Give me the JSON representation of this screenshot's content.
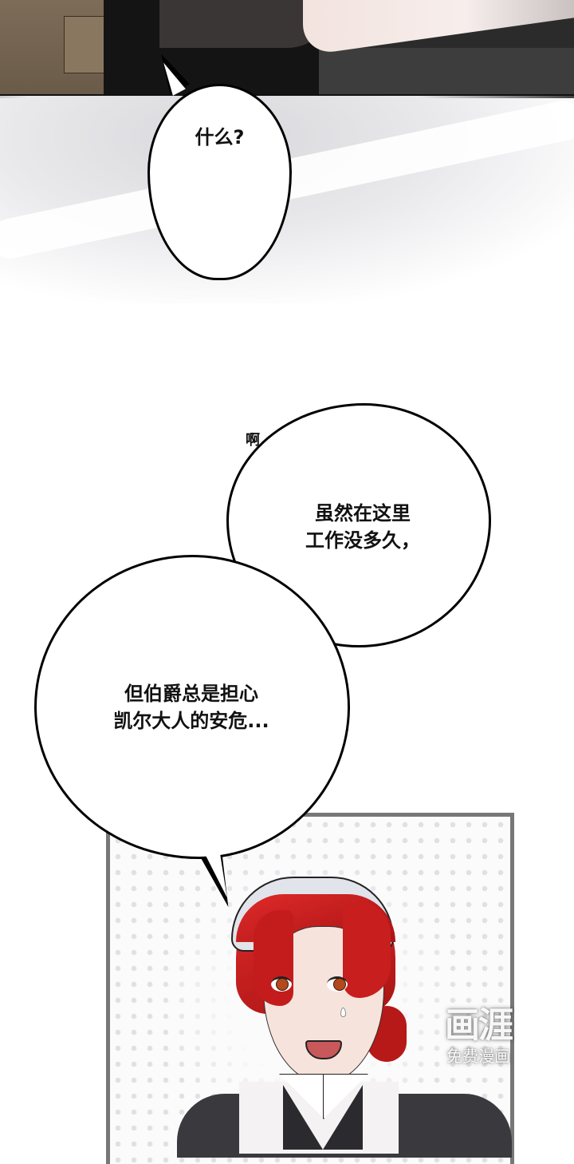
{
  "comic": {
    "panels": [
      {
        "id": "panel-1",
        "description": "dark scene, character in black clothing with outstretched pale arm",
        "bubbles": [
          {
            "text": "什么?"
          }
        ]
      },
      {
        "id": "panel-2",
        "bubbles": [
          {
            "sfx": "啊",
            "lines": [
              "虽然在这里",
              "工作没多久，"
            ]
          },
          {
            "lines": [
              "但伯爵总是担心",
              "凯尔大人的安危..."
            ]
          }
        ]
      },
      {
        "id": "panel-3",
        "description": "red-haired maid in white cap smiling nervously with sweat drop"
      }
    ],
    "watermark": {
      "logo": "画涯",
      "subtitle": "免费漫画"
    },
    "colors": {
      "hair": "#c41c1c",
      "iris": "#b44a1c",
      "panel_border": "#777777",
      "bubble_outline": "#000000"
    }
  }
}
